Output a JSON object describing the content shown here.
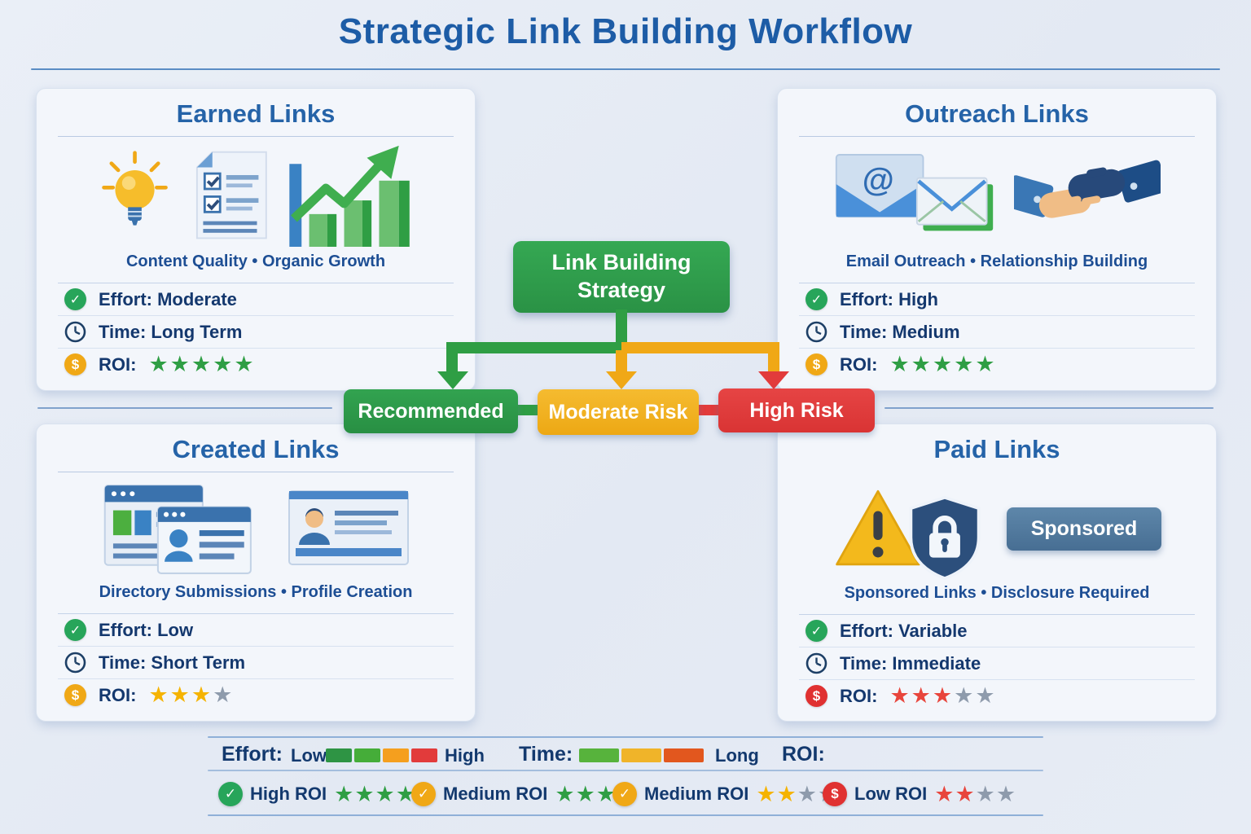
{
  "title": "Strategic Link Building Workflow",
  "strategy_label": "Link Building Strategy",
  "outcomes": {
    "recommended": "Recommended",
    "moderate": "Moderate Risk",
    "high": "High Risk"
  },
  "icons": {
    "check": "✓",
    "dollar": "$",
    "star": "★"
  },
  "colors": {
    "flow_green": "#2f9e44",
    "flow_amber": "#f0a816",
    "flow_red": "#e23b3b",
    "title_blue": "#1d5ca6",
    "text_navy": "#14386e",
    "gray_star": "#8e9bac"
  },
  "cards": {
    "earned": {
      "title": "Earned Links",
      "caption": "Content Quality • Organic Growth",
      "effort": "Effort: Moderate",
      "time": "Time: Long Term",
      "roi_label": "ROI:",
      "roi_icon_color": "#f0a816",
      "roi_stars": {
        "filled": 5,
        "total": 5,
        "color": "#2f9e44",
        "empty": "#8e9bac"
      }
    },
    "outreach": {
      "title": "Outreach Links",
      "caption": "Email Outreach • Relationship Building",
      "effort": "Effort: High",
      "time": "Time: Medium",
      "roi_label": "ROI:",
      "roi_icon_color": "#f0a816",
      "roi_stars": {
        "filled": 5,
        "total": 5,
        "color": "#2f9e44",
        "empty": "#8e9bac"
      }
    },
    "created": {
      "title": "Created Links",
      "caption": "Directory Submissions • Profile Creation",
      "effort": "Effort: Low",
      "time": "Time: Short Term",
      "roi_label": "ROI:",
      "roi_icon_color": "#f0a816",
      "roi_stars": {
        "filled": 3,
        "total": 4,
        "color": "#f5b301",
        "empty": "#8e9bac"
      }
    },
    "paid": {
      "title": "Paid Links",
      "caption": "Sponsored Links • Disclosure Required",
      "sponsored_label": "Sponsored",
      "effort": "Effort: Variable",
      "time": "Time: Immediate",
      "roi_label": "ROI:",
      "roi_icon_color": "#e03131",
      "roi_stars": {
        "filled": 3,
        "total": 5,
        "color": "#e8453c",
        "empty": "#8e9bac"
      }
    }
  },
  "legend": {
    "effort_label": "Effort:",
    "effort_low": "Low",
    "effort_high": "High",
    "effort_segments": [
      "#2e9444",
      "#45ad39",
      "#f59f1e",
      "#e23b3b"
    ],
    "time_label": "Time:",
    "time_long": "Long",
    "time_segments": [
      "#57b33c",
      "#f0b429",
      "#e2571e"
    ],
    "roi_label": "ROI:",
    "items": [
      {
        "label": "High ROI",
        "icon": "check",
        "icon_color": "#27a55a",
        "stars": {
          "filled": 4,
          "total": 4,
          "color": "#2f9e44",
          "empty": "#8e9bac"
        }
      },
      {
        "label": "Medium ROI",
        "icon": "check",
        "icon_color": "#f0a816",
        "stars": {
          "filled": 3,
          "total": 4,
          "color": "#2f9e44",
          "empty": "#8e9bac"
        }
      },
      {
        "label": "Medium ROI",
        "icon": "check",
        "icon_color": "#f0a816",
        "stars": {
          "filled": 2,
          "total": 4,
          "color": "#f5b301",
          "empty": "#8e9bac"
        }
      },
      {
        "label": "Low ROI",
        "icon": "dollar",
        "icon_color": "#e03131",
        "stars": {
          "filled": 2,
          "total": 4,
          "color": "#e8453c",
          "empty": "#8e9bac"
        }
      }
    ]
  }
}
